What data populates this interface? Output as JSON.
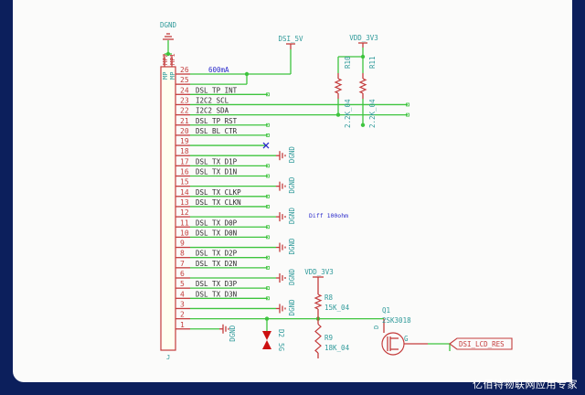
{
  "watermark": "亿佰特物联网应用专家",
  "colors": {
    "frame": "#0c1f5c",
    "sheet": "#fbfbfa",
    "wire": "#3ec43e",
    "pin": "#c43c3c",
    "power": "#2f9a9a",
    "net": "#2b2b2b",
    "note": "#2a2acb",
    "symbol_fill": "#fffff0"
  },
  "connector": {
    "ref": "J",
    "mounting_pins": [
      "MP2",
      "MP1"
    ],
    "mounting_labels": [
      "MP",
      "MP"
    ],
    "top_power": "DGND",
    "pins": [
      {
        "num": "26",
        "net": ""
      },
      {
        "num": "25",
        "net": ""
      },
      {
        "num": "24",
        "net": "DSL_TP_INT"
      },
      {
        "num": "23",
        "net": "I2C2_SCL"
      },
      {
        "num": "22",
        "net": "I2C2_SDA"
      },
      {
        "num": "21",
        "net": "DSL_TP_RST"
      },
      {
        "num": "20",
        "net": "DSL_BL_CTR"
      },
      {
        "num": "19",
        "net": ""
      },
      {
        "num": "18",
        "net": ""
      },
      {
        "num": "17",
        "net": "DSL_TX_D1P"
      },
      {
        "num": "16",
        "net": "DSL_TX_D1N"
      },
      {
        "num": "15",
        "net": ""
      },
      {
        "num": "14",
        "net": "DSL_TX_CLKP"
      },
      {
        "num": "13",
        "net": "DSL_TX_CLKN"
      },
      {
        "num": "12",
        "net": ""
      },
      {
        "num": "11",
        "net": "DSL_TX_D0P"
      },
      {
        "num": "10",
        "net": "DSL_TX_D0N"
      },
      {
        "num": "9",
        "net": ""
      },
      {
        "num": "8",
        "net": "DSL_TX_D2P"
      },
      {
        "num": "7",
        "net": "DSL_TX_D2N"
      },
      {
        "num": "6",
        "net": ""
      },
      {
        "num": "5",
        "net": "DSL_TX_D3P"
      },
      {
        "num": "4",
        "net": "DSL_TX_D3N"
      },
      {
        "num": "3",
        "net": ""
      },
      {
        "num": "2",
        "net": ""
      },
      {
        "num": "1",
        "net": ""
      }
    ]
  },
  "annotations": {
    "current": "600mA",
    "diff": "Diff 100ohm"
  },
  "power_labels": {
    "dsi_5v": "DSI_5V",
    "vdd_3v3_top": "VDD_3V3",
    "vdd_3v3_bottom": "VDD_3V3",
    "dgnd": "DGND"
  },
  "resistors": [
    {
      "ref": "R10",
      "value": "2.2K_04"
    },
    {
      "ref": "R11",
      "value": "2.2K_04"
    },
    {
      "ref": "R8",
      "value": "15K_04"
    },
    {
      "ref": "R9",
      "value": "18K_04"
    }
  ],
  "diode": {
    "ref": "D2",
    "value": "5G"
  },
  "transistor": {
    "ref": "Q1",
    "value": "2SK3018",
    "drain": "D",
    "gate": "G"
  },
  "hier_label": "DSI_LCD_RES"
}
